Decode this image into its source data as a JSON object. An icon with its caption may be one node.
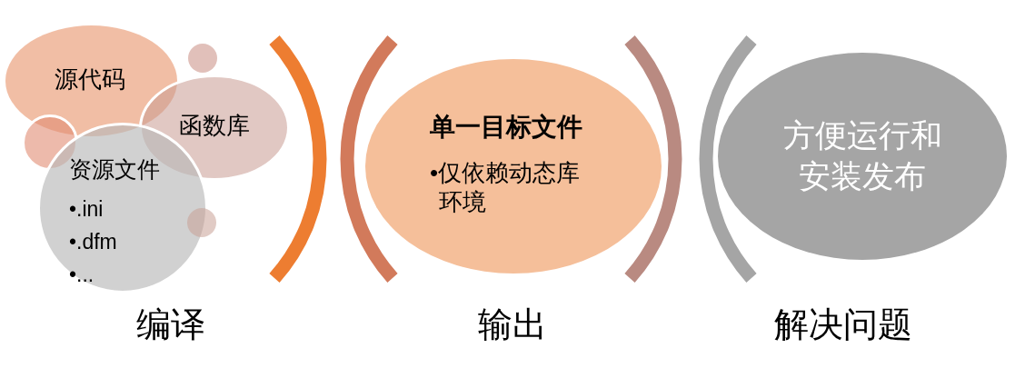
{
  "diagram": {
    "nodes": [
      {
        "text": [
          "源代码"
        ]
      },
      {
        "text": [],
        "shape": "circle"
      },
      {
        "text": [
          "函数库"
        ]
      },
      {
        "text": [],
        "shape": "circle"
      },
      {
        "text": [
          "资源文件",
          "•.ini",
          "•.dfm",
          "•..."
        ]
      },
      {
        "text": [],
        "shape": "circle"
      },
      {
        "text": [
          "单一目标文件",
          "•仅依赖动态库环境"
        ]
      },
      {
        "text": [
          "方便运行和安装发布"
        ]
      }
    ],
    "labels": [
      "编译",
      "输出",
      "解决问题"
    ]
  }
}
